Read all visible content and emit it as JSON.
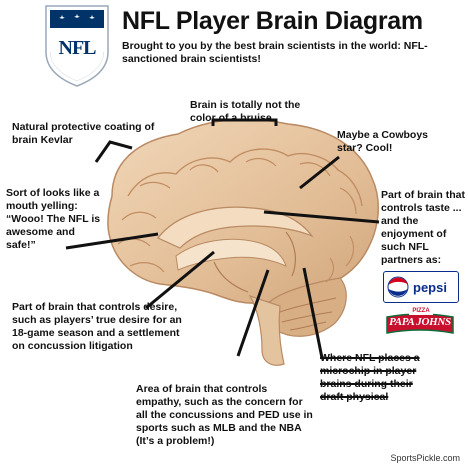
{
  "header": {
    "title": "NFL Player Brain Diagram",
    "subtitle": "Brought to you by the best brain scientists in the world: NFL-sanctioned brain scientists!",
    "logo_text": "NFL"
  },
  "labels": {
    "bruise": "Brain is totally not the color of a bruise",
    "kevlar": "Natural protective coating of brain Kevlar",
    "cowboys": "Maybe a Cowboys star? Cool!",
    "mouth": "Sort of looks like a mouth yelling: “Wooo! The NFL is awesome and safe!”",
    "taste": "Part of brain that controls taste ... and the enjoyment of such NFL partners as:",
    "desire": "Part of brain that controls desire, such as players’ true desire for an 18-game season and a settlement on concussion litigation",
    "microchip": "Where NFL places a microchip in player brains during their draft physical",
    "empathy": "Area of brain that controls empathy, such as the concern for all the concussions and PED use in sports such as MLB and the NBA (It’s a problem!)"
  },
  "sponsors": {
    "pepsi": "pepsi",
    "papajohns": "PAPA JOHNS",
    "papajohns_pizza": "PIZZA"
  },
  "footer": {
    "credit": "SportsPickle.com"
  },
  "colors": {
    "nfl_blue": "#013369",
    "nfl_red": "#d50a0a",
    "brain_base": "#e8c8a4",
    "brain_fold": "#c9956b",
    "pepsi_blue": "#0a2c8a",
    "papa_red": "#c8102e",
    "papa_green": "#0b6e3a"
  }
}
